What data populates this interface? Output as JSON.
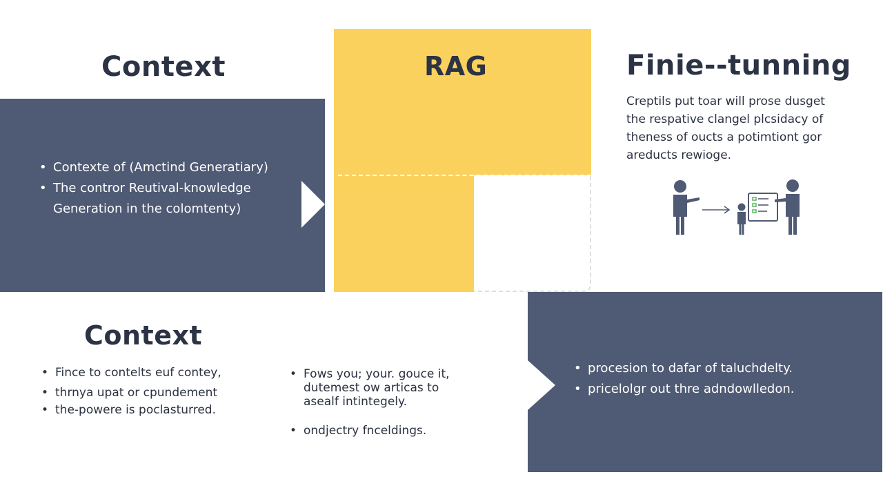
{
  "context_top": {
    "title": "Context",
    "bullets": [
      "Contexte of (Amctind Generatiary)",
      "The contror Reutival-knowledge",
      "Generation in the colomtenty)"
    ]
  },
  "rag": {
    "title": "RAG"
  },
  "fine_tuning": {
    "title": "Finie--tunning",
    "description_lines": [
      "Creptils put toar will prose dusget",
      "the respative clangel plcsidacy of",
      "theness of oucts a potimtiont gor",
      "areducts rewioge."
    ]
  },
  "context_bottom": {
    "title": "Context",
    "bullets": [
      "Fince to contelts euf contey,",
      "thrnya upat or cpundement",
      "the-powere is poclasturred."
    ]
  },
  "middle_notes": {
    "bullets": [
      "Fows you; your. gouce it,",
      "dutemest ow articas to",
      "asealf intintegely.",
      "ondjectry fnceldings."
    ]
  },
  "right_panel": {
    "bullets": [
      "procesion to dafar of taluchdelty.",
      "pricelolgr out thre adndowlledon."
    ]
  },
  "colors": {
    "slate": "#4f5a74",
    "yellow": "#fbd15e",
    "title_text": "#2b3345",
    "body_text": "#2b3140",
    "check_green": "#4caf50"
  }
}
